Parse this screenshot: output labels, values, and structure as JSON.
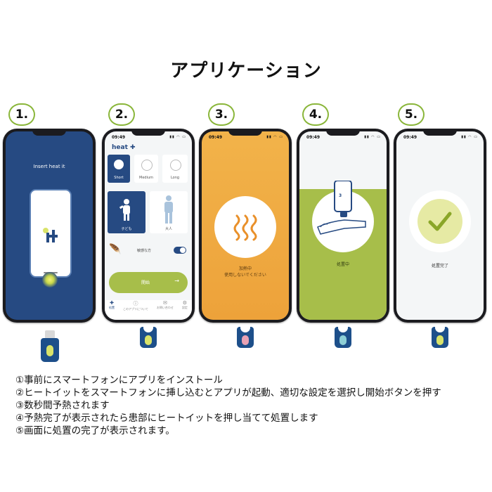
{
  "title": "アプリケーション",
  "steps": [
    {
      "num": "1."
    },
    {
      "num": "2."
    },
    {
      "num": "3."
    },
    {
      "num": "4."
    },
    {
      "num": "5."
    }
  ],
  "status_time": "09:49",
  "screen1": {
    "prompt": "Insert heat it"
  },
  "screen2": {
    "logo_text": "heat",
    "durations": [
      "Short",
      "Medium",
      "Long"
    ],
    "persons": [
      "子ども",
      "大人"
    ],
    "sensitive_label": "敏感な方",
    "start_label": "開始",
    "nav": [
      "処置",
      "このアプリについて",
      "お問い合わせ",
      "設定"
    ]
  },
  "screen3": {
    "status": "加熱中",
    "note": "使用しないでください"
  },
  "screen4": {
    "countdown": "3",
    "status": "処置中"
  },
  "screen5": {
    "status": "処置完了"
  },
  "instructions": [
    "①事前にスマートフォンにアプリをインストール",
    "②ヒートイットをスマートフォンに挿し込むとアプリが起動、適切な設定を選択し開始ボタンを押す",
    "③数秒間予熱されます",
    "④予熱完了が表示されたら患部にヒートイットを押し当てて処置します",
    "⑤画面に処置の完了が表示されます。"
  ],
  "colors": {
    "accent_green": "#8ab63a",
    "navy": "#264a82",
    "orange": "#f0a93a",
    "lime": "#a7be4a",
    "device_blue": "#1d4f8a"
  }
}
